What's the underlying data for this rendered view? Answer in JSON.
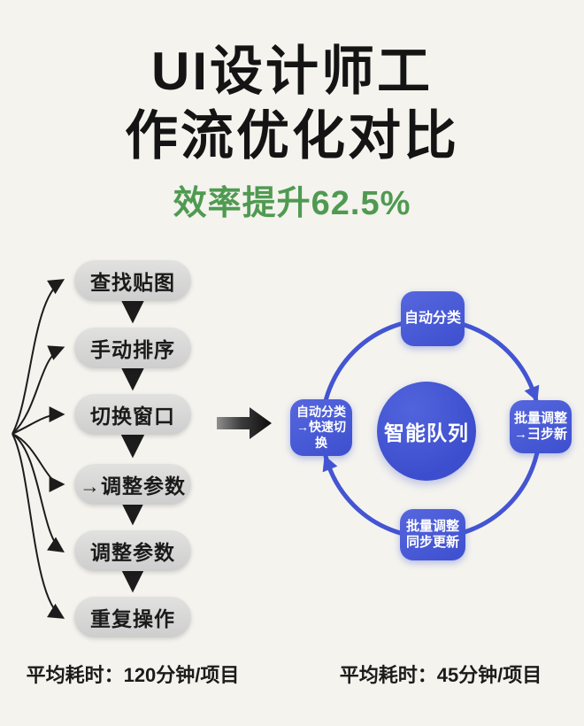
{
  "title": {
    "line1": "UI设计师工",
    "line2": "作流优化对比",
    "subtitle": "效率提升62.5%"
  },
  "manual_flow": {
    "steps": [
      "查找贴图",
      "手动排序",
      "切换窗口",
      "→调整参数",
      "调整参数",
      "重复操作"
    ],
    "caption": "平均耗时：120分钟/项目"
  },
  "smart_flow": {
    "center_label": "智能队列",
    "nodes": {
      "top": {
        "label": "自动分类"
      },
      "right": {
        "label": "批量调整\n→彐步新"
      },
      "bottom": {
        "label": "批量调整\n同步更新"
      },
      "left": {
        "label": "自动分类\n→快速切\n换"
      }
    },
    "caption": "平均耗时：45分钟/项目"
  },
  "icons": {
    "transform_arrow": "black-right-arrow",
    "loop_back_lines": "curved-loop-arrows",
    "cycle_ring": "blue-circular-arrows"
  },
  "colors": {
    "background": "#f4f3ee",
    "title_black": "#141414",
    "accent_green": "#4f9a51",
    "accent_blue": "#4355d2",
    "step_gray": "#d8d8d8"
  }
}
